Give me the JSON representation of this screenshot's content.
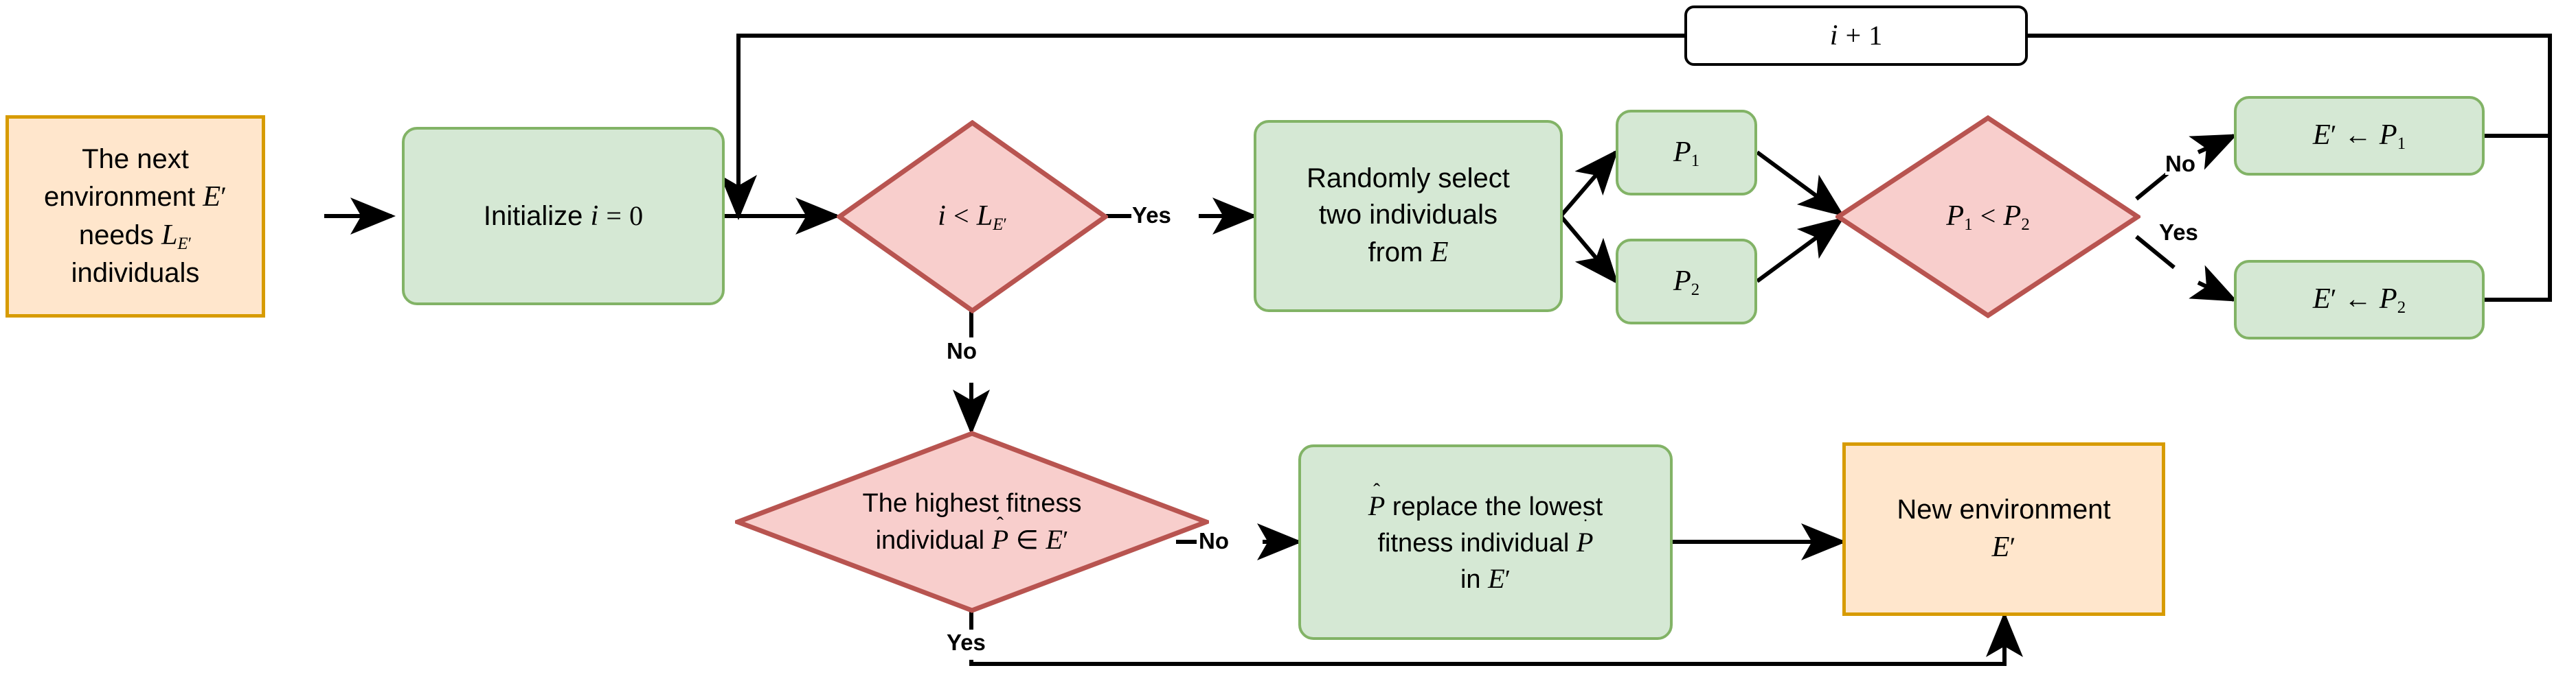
{
  "diagram": {
    "title": "Environment evolution flowchart",
    "colors": {
      "terminator_fill": "#ffe6cc",
      "terminator_stroke": "#d79b00",
      "process_fill": "#d5e8d4",
      "process_stroke": "#82b366",
      "decision_fill": "#f8cecc",
      "decision_stroke": "#b85450",
      "plain_fill": "#ffffff",
      "plain_stroke": "#000000",
      "edge_stroke": "#000000",
      "background": "#ffffff"
    }
  },
  "nodes": {
    "next_environment": {
      "kind": "terminator",
      "lines": [
        "The next",
        "environment E'",
        "needs L_E'",
        "individuals"
      ],
      "plain_text": "The next environment E' needs L_E' individuals"
    },
    "initialize": {
      "kind": "process",
      "plain_text": "Initialize i = 0"
    },
    "loop_condition": {
      "kind": "decision",
      "plain_text": "i < L_E'"
    },
    "increment": {
      "kind": "plain",
      "plain_text": "i + 1"
    },
    "random_select": {
      "kind": "process",
      "lines": [
        "Randomly select",
        "two individuals",
        "from E"
      ],
      "plain_text": "Randomly select two individuals from E"
    },
    "p1": {
      "kind": "process",
      "plain_text": "P1"
    },
    "p2": {
      "kind": "process",
      "plain_text": "P2"
    },
    "compare": {
      "kind": "decision",
      "plain_text": "P1 < P2"
    },
    "assign_p1": {
      "kind": "process",
      "plain_text": "E' <- P1"
    },
    "assign_p2": {
      "kind": "process",
      "plain_text": "E' <- P2"
    },
    "highest_fitness": {
      "kind": "decision",
      "lines": [
        "The highest fitness",
        "individual P̂ ∈ E'"
      ],
      "plain_text": "The highest fitness individual P̂ ∈ E'"
    },
    "replace_lowest": {
      "kind": "process",
      "lines": [
        "P̂ replace the lowest",
        "fitness individual Ṗ",
        "in E'"
      ],
      "plain_text": "P̂ replace the lowest fitness individual Ṗ in E'"
    },
    "new_environment": {
      "kind": "terminator",
      "lines": [
        "New environment",
        "E'"
      ],
      "plain_text": "New environment E'"
    }
  },
  "edge_labels": {
    "loop_yes": "Yes",
    "loop_no": "No",
    "compare_no": "No",
    "compare_yes": "Yes",
    "fitness_no": "No",
    "fitness_yes": "Yes"
  }
}
